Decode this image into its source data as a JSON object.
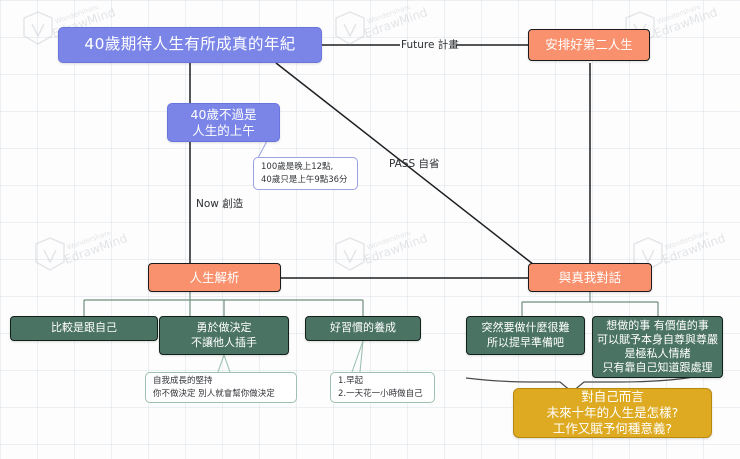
{
  "document": {
    "title": "40歲期待人生有所成真的年紀",
    "type": "mind-map",
    "watermark": {
      "brand": "Wondershare",
      "product": "EdrawMind"
    }
  },
  "nodes": {
    "root": {
      "label": "40歲期待人生有所成真的年紀"
    },
    "morning": {
      "label": "40歲不過是\n人生的上午"
    },
    "second_life": {
      "label": "安排好第二人生"
    },
    "life_analysis": {
      "label": "人生解析"
    },
    "true_self": {
      "label": "與真我對話"
    },
    "compare_self": {
      "label": "比較是跟自己"
    },
    "brave_decision": {
      "label": "勇於做決定\n不讓他人插手"
    },
    "good_habits": {
      "label": "好習慣的養成"
    },
    "prepare_early": {
      "label": "突然要做什麼很難\n所以提早準備吧"
    },
    "valuable_things": {
      "label": "想做的事 有價值的事\n可以賦予本身自尊與尊嚴\n是極私人情緒\n只有靠自己知道跟處理"
    },
    "for_myself": {
      "label": "對自己而言\n未來十年的人生是怎樣?\n工作又賦予何種意義?"
    }
  },
  "notes": {
    "clock": {
      "text": "100歲是晚上12點,\n40歲只是上午9點36分"
    },
    "self_growth": {
      "text": "自我成長的堅持\n你不做決定 別人就會幫你做決定"
    },
    "habit_list": {
      "text": "1.早起\n2.一天花一小時做自己"
    }
  },
  "edge_labels": {
    "future": "Future 計畫",
    "now": "Now 創造",
    "pass": "PASS 自省"
  },
  "colors": {
    "blue": "#7b85e8",
    "orange": "#f9916f",
    "green": "#4a7363",
    "gold": "#ddaa22",
    "line": "#1d1f22",
    "line_soft": "#6f8e80"
  }
}
